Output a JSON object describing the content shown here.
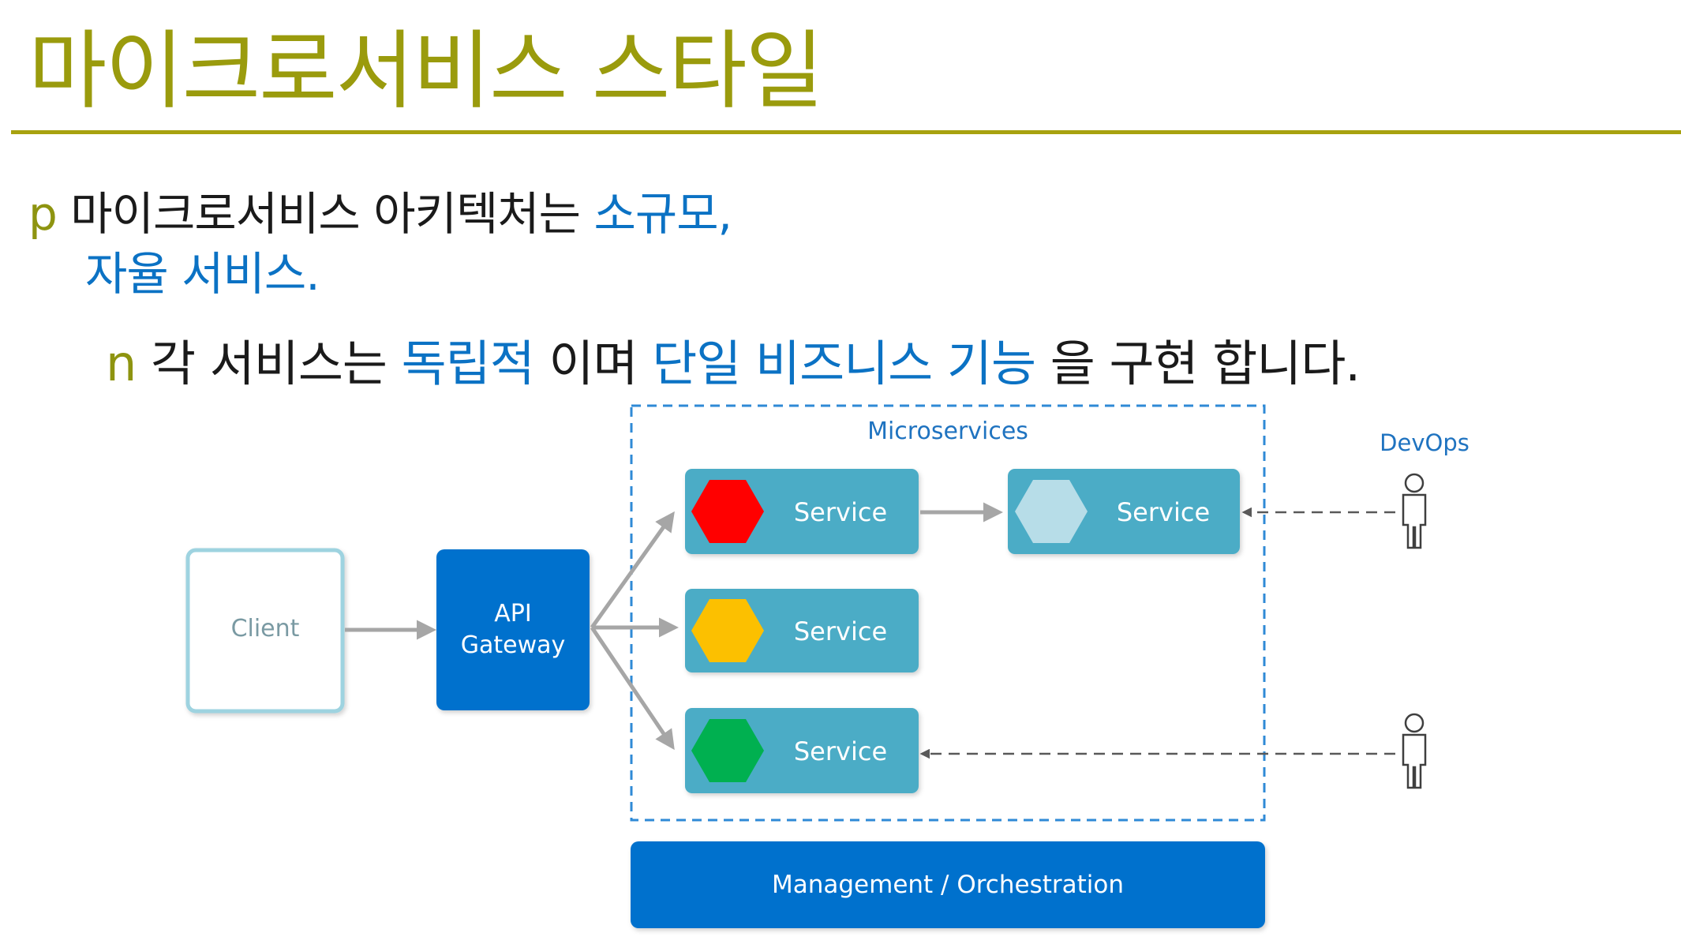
{
  "slide": {
    "title": "마이크로서비스 스타일",
    "bullet1": {
      "marker": "p",
      "text": "마이크로서비스 아키텍처는 ",
      "highlight": "소규모,",
      "line2": "자율 서비스."
    },
    "bullet2": {
      "marker": "n",
      "part1": "각 서비스는 ",
      "hl1": "독립적",
      "part2": " 이며 ",
      "hl2": "단일 비즈니스 기능",
      "part3": " 을 구현 합니다."
    }
  },
  "diagram": {
    "client_label": "Client",
    "gateway_label_line1": "API",
    "gateway_label_line2": "Gateway",
    "microservices_label": "Microservices",
    "devops_label": "DevOps",
    "management_label": "Management / Orchestration",
    "services": [
      {
        "label": "Service",
        "hex_color": "#ff0000"
      },
      {
        "label": "Service",
        "hex_color": "#b7dde8"
      },
      {
        "label": "Service",
        "hex_color": "#fcc000"
      },
      {
        "label": "Service",
        "hex_color": "#00b050"
      }
    ],
    "colors": {
      "title": "#9a9b0d",
      "highlight": "#0b72c4",
      "service_box": "#4bacc6",
      "gateway": "#0071cd",
      "client_border": "#9ed3e0",
      "arrow": "#a6a6a6",
      "dashed_border": "#2f8ad6"
    }
  }
}
